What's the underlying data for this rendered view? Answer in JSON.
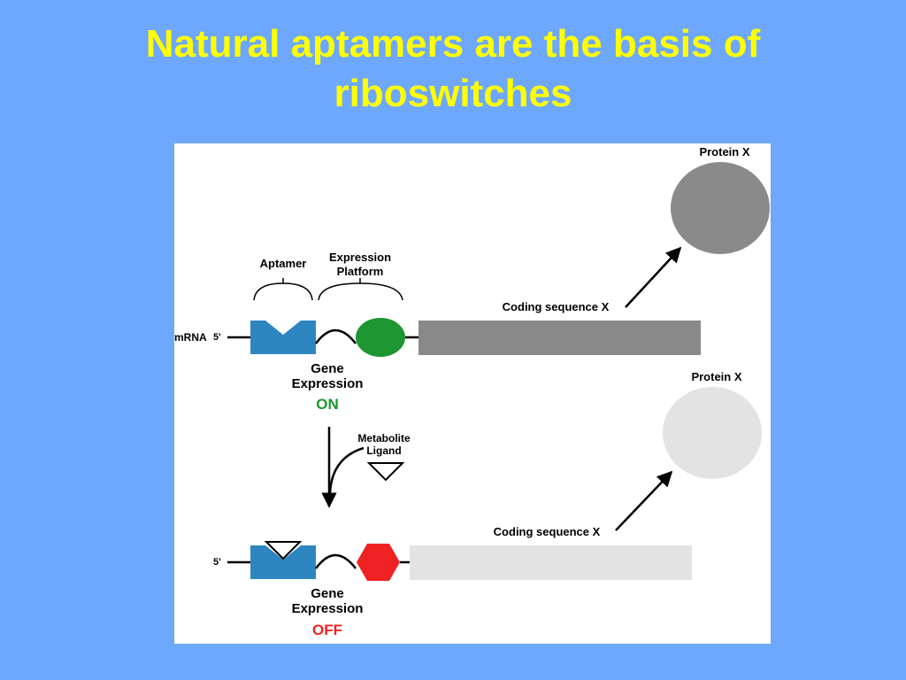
{
  "title": {
    "line1": "Natural aptamers are the basis of",
    "line2": "riboswitches"
  },
  "colors": {
    "background": "#6ea8fe",
    "title": "#ffff00",
    "aptamer": "#2e86c1",
    "platform_on": "#1e9632",
    "platform_off": "#ee2222",
    "coding_on": "#898989",
    "coding_off": "#e3e3e3",
    "protein_on": "#8a8a8a",
    "protein_off": "#e3e3e3",
    "on_label": "#1e9632",
    "off_label": "#ee2222"
  },
  "diagram": {
    "top": {
      "aptamer_label": "Aptamer",
      "platform_label_line1": "Expression",
      "platform_label_line2": "Platform",
      "mrna_label": "mRNA",
      "five_prime": "5'",
      "coding_label": "Coding sequence X",
      "protein_label": "Protein X",
      "gene_line1": "Gene",
      "gene_line2": "Expression",
      "state": "ON"
    },
    "ligand": {
      "line1": "Metabolite",
      "line2": "Ligand"
    },
    "bottom": {
      "five_prime": "5'",
      "coding_label": "Coding sequence X",
      "protein_label": "Protein X",
      "gene_line1": "Gene",
      "gene_line2": "Expression",
      "state": "OFF"
    }
  }
}
